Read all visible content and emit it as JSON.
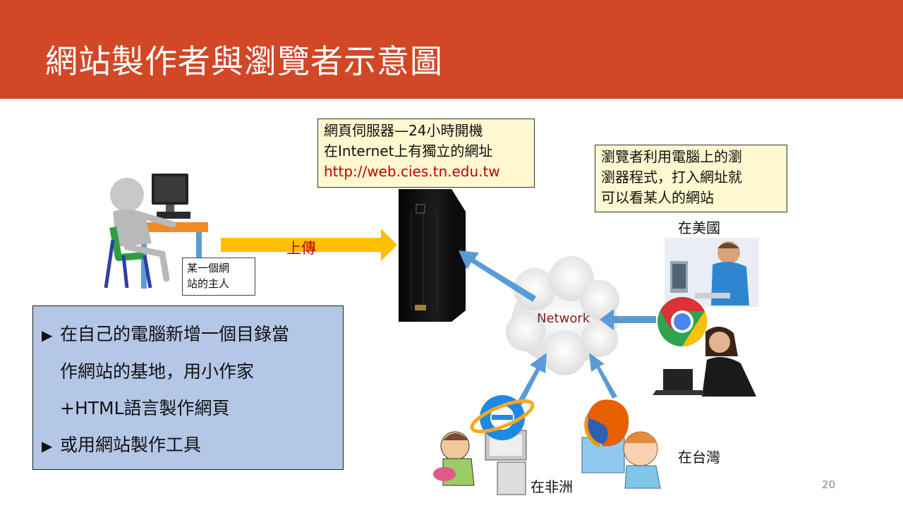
{
  "slide": {
    "title": "網站製作者與瀏覽者示意圖",
    "page_number": "20"
  },
  "server_note": {
    "line1": "網頁伺服器—24小時開機",
    "line2": "在Internet上有獨立的網址",
    "url": "http://web.cies.tn.edu.tw"
  },
  "viewer_note": {
    "line1": "瀏覽者利用電腦上的瀏",
    "line2": "瀏器程式，打入網址就",
    "line3": "可以看某人的網站"
  },
  "owner_note": {
    "line1": "某一個網",
    "line2": "站的主人"
  },
  "upload_label": "上傳",
  "network_label": "Network",
  "locations": {
    "usa": "在美國",
    "taiwan": "在台灣",
    "africa": "在非洲"
  },
  "bullets": {
    "b1_line1": "在自己的電腦新增一個目錄當",
    "b1_line2": "作網站的基地，用小作家",
    "b1_line3": "+HTML語言製作網頁",
    "b2": "或用網站製作工具"
  },
  "colors": {
    "title_bar": "#d24726",
    "note_bg": "#fff8d0",
    "panel_bg": "#b4c7e7",
    "upload_arrow": "#ffc000",
    "network_arrows": "#5b9bd5",
    "url_text": "#c00000"
  }
}
